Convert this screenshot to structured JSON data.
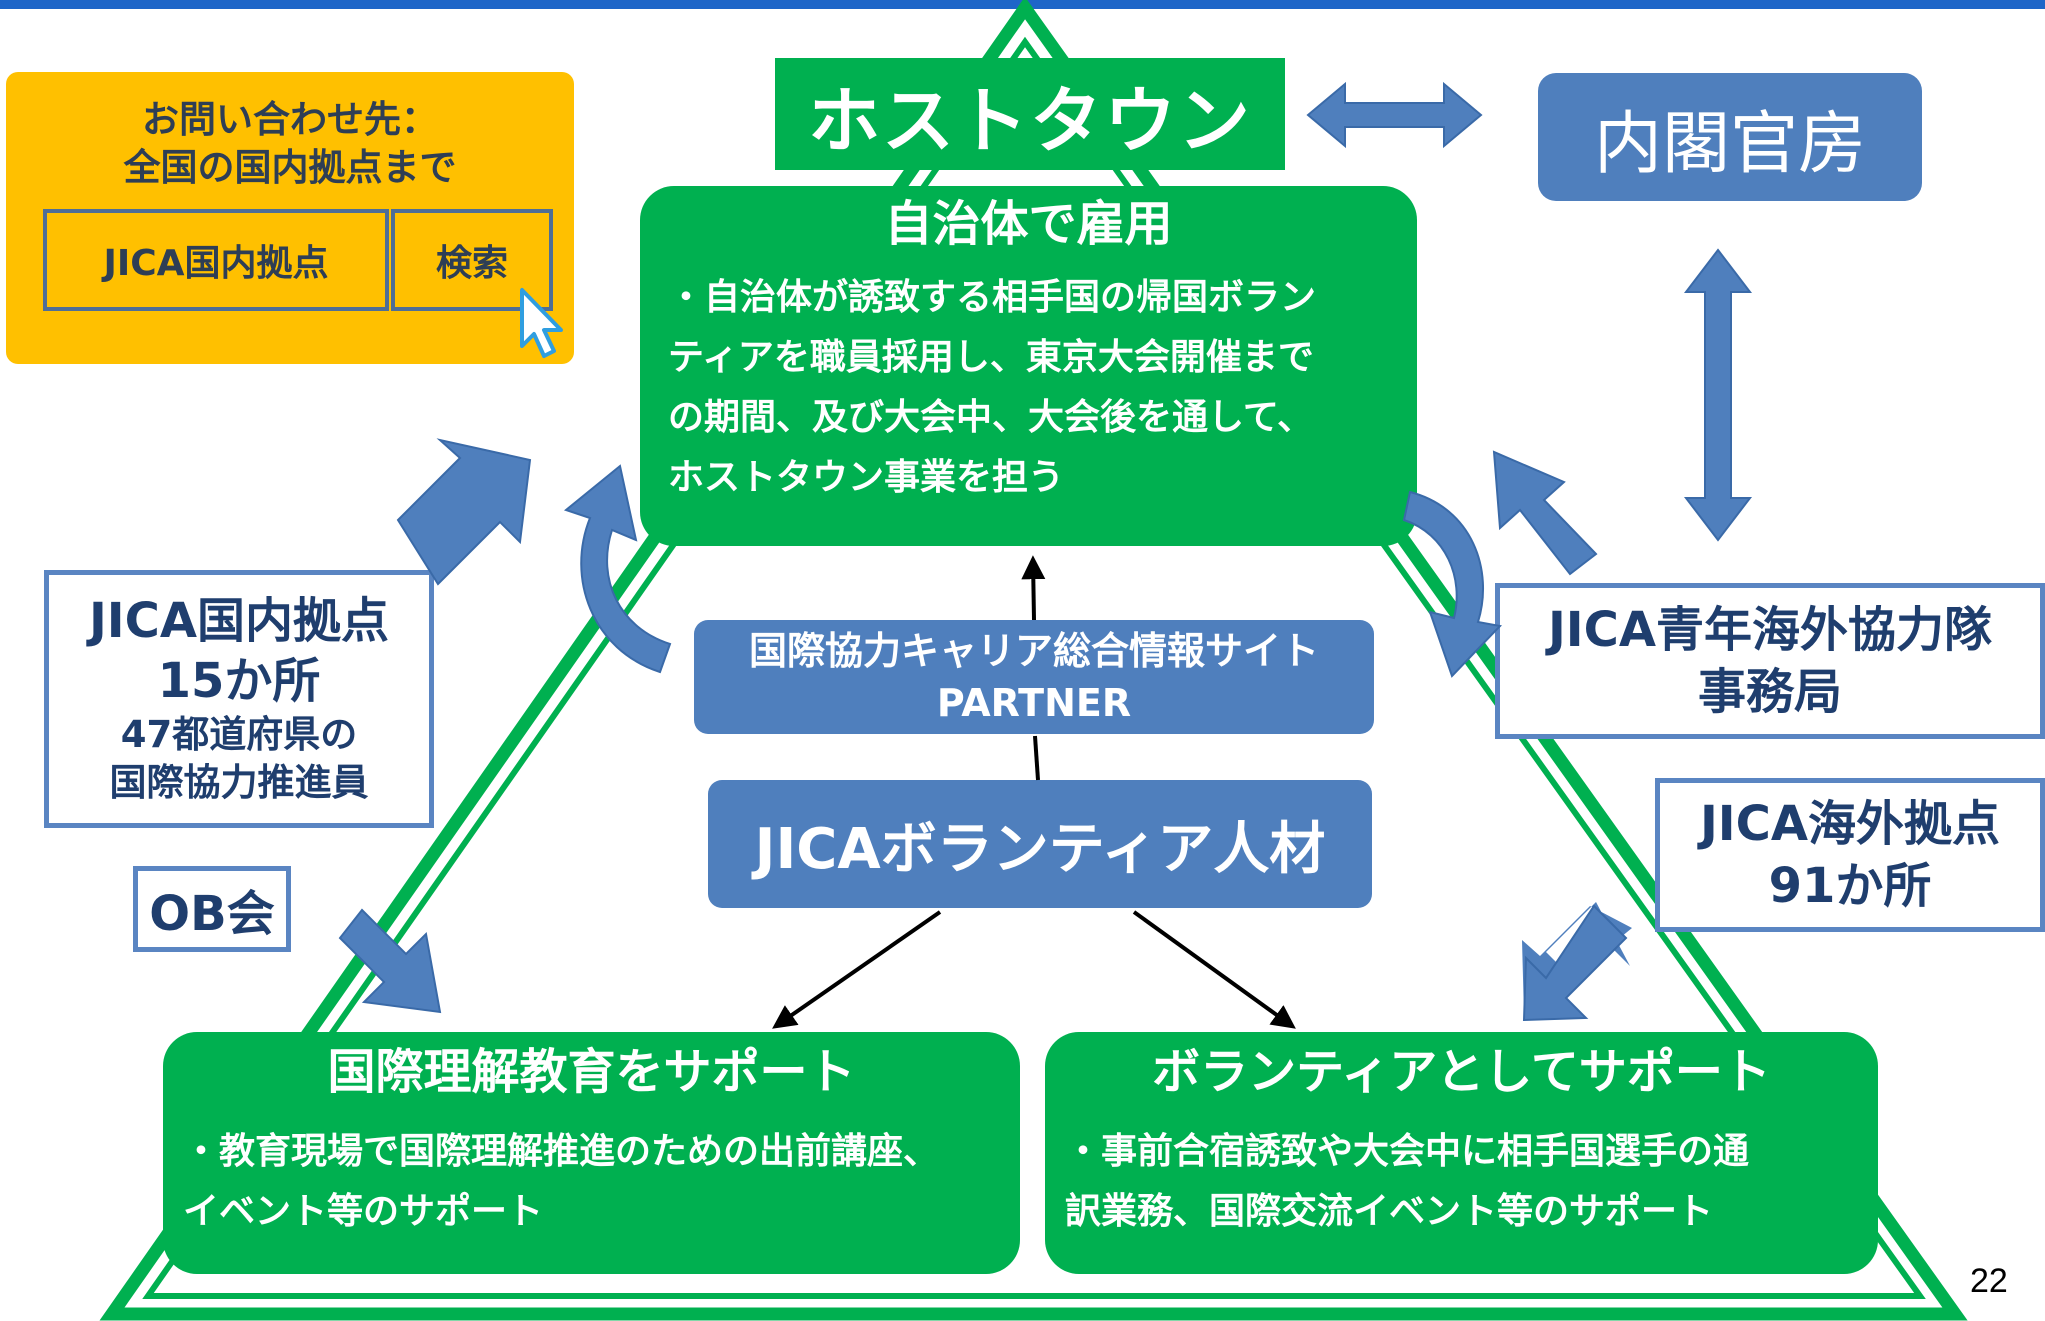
{
  "contact": {
    "title": "お問い合わせ先：\n全国の国内拠点まで",
    "search_term": "JICA国内拠点",
    "search_button": "検索"
  },
  "host_town": "ホストタウン",
  "cabinet": "内閣官房",
  "employment": {
    "heading": "自治体で雇用",
    "body": "・自治体が誘致する相手国の帰国ボラン\nティアを職員採用し、東京大会開催まで\nの期間、及び大会中、大会後を通して、\nホストタウン事業を担う"
  },
  "partner": {
    "line1": "国際協力キャリア総合情報サイト",
    "line2": "PARTNER"
  },
  "volunteer_talent": "JICAボランティア人材",
  "domestic": {
    "line1": "JICA国内拠点",
    "line2": "15か所",
    "line3": "47都道府県の",
    "line4": "国際協力推進員"
  },
  "ob": "OB会",
  "jocv_office": {
    "line1": "JICA青年海外協力隊",
    "line2": "事務局"
  },
  "overseas": {
    "line1": "JICA海外拠点",
    "line2": "91か所"
  },
  "education": {
    "heading": "国際理解教育をサポート",
    "body": "・教育現場で国際理解推進のための出前講座、\nイベント等のサポート"
  },
  "volunteer_support": {
    "heading": "ボランティアとしてサポート",
    "body": "・事前合宿誘致や大会中に相手国選手の通\n訳業務、国際交流イベント等のサポート"
  },
  "page_number": "22",
  "colors": {
    "green": "#00b050",
    "blue": "#4f7fbd",
    "outline_blue": "#5a85c2",
    "yellow": "#ffc000",
    "top_bar": "#1e66c8"
  }
}
